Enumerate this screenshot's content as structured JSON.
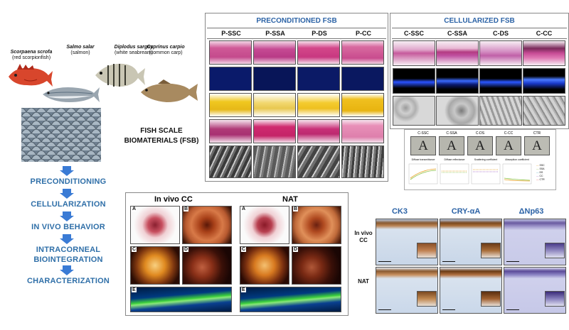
{
  "fishes": [
    {
      "sci": "Scorpaena scrofa",
      "common": "(red scorpionfish)"
    },
    {
      "sci": "Salmo salar",
      "common": "(salmon)"
    },
    {
      "sci": "Diplodus sargus",
      "common": "(white seabream)"
    },
    {
      "sci": "Cyprinus carpio",
      "common": "(common carp)"
    }
  ],
  "fsb_title_line1": "FISH SCALE",
  "fsb_title_line2": "BIOMATERIALS (FSB)",
  "steps": [
    "PRECONDITIONING",
    "CELLULARIZATION",
    "IN VIVO BEHAVIOR",
    "INTRACORNEAL",
    "BIOINTEGRATION",
    "CHARACTERIZATION"
  ],
  "preconditioned": {
    "title": "PRECONDITIONED FSB",
    "columns": [
      "P-SSC",
      "P-SSA",
      "P-DS",
      "P-CC"
    ]
  },
  "cellularized": {
    "title": "CELLULARIZED FSB",
    "columns": [
      "C-SSC",
      "C-SSA",
      "C-DS",
      "C-CC"
    ]
  },
  "optical": {
    "columns": [
      "C-SSC",
      "C-SSA",
      "C-DS",
      "C-CC",
      "CTR"
    ],
    "letter": "A",
    "chart_titles": [
      "Diffuse transmittance",
      "Diffuse reflectance",
      "Scattering coefficient",
      "Absorption coefficient"
    ],
    "legend": [
      "SSC",
      "SSA",
      "DS",
      "CC",
      "CTR"
    ]
  },
  "invivo": {
    "left_title": "In vivo CC",
    "right_title": "NAT",
    "panel_letters": [
      "A",
      "B",
      "C",
      "D",
      "E"
    ]
  },
  "ihc": {
    "columns": [
      "CK3",
      "CRY-αA",
      "ΔNp63"
    ],
    "rows": [
      {
        "line1": "In vivo",
        "line2": "CC"
      },
      {
        "line1": "NAT",
        "line2": ""
      }
    ]
  },
  "colors": {
    "accent": "#2c63a6",
    "step_text": "#2f6fa8",
    "arrow": "#3a7bd5",
    "he_stain": "#c8488a",
    "dapi": "#0a1a6a",
    "yellow": "#e8c020",
    "oct_green": "#3ccf3c"
  }
}
